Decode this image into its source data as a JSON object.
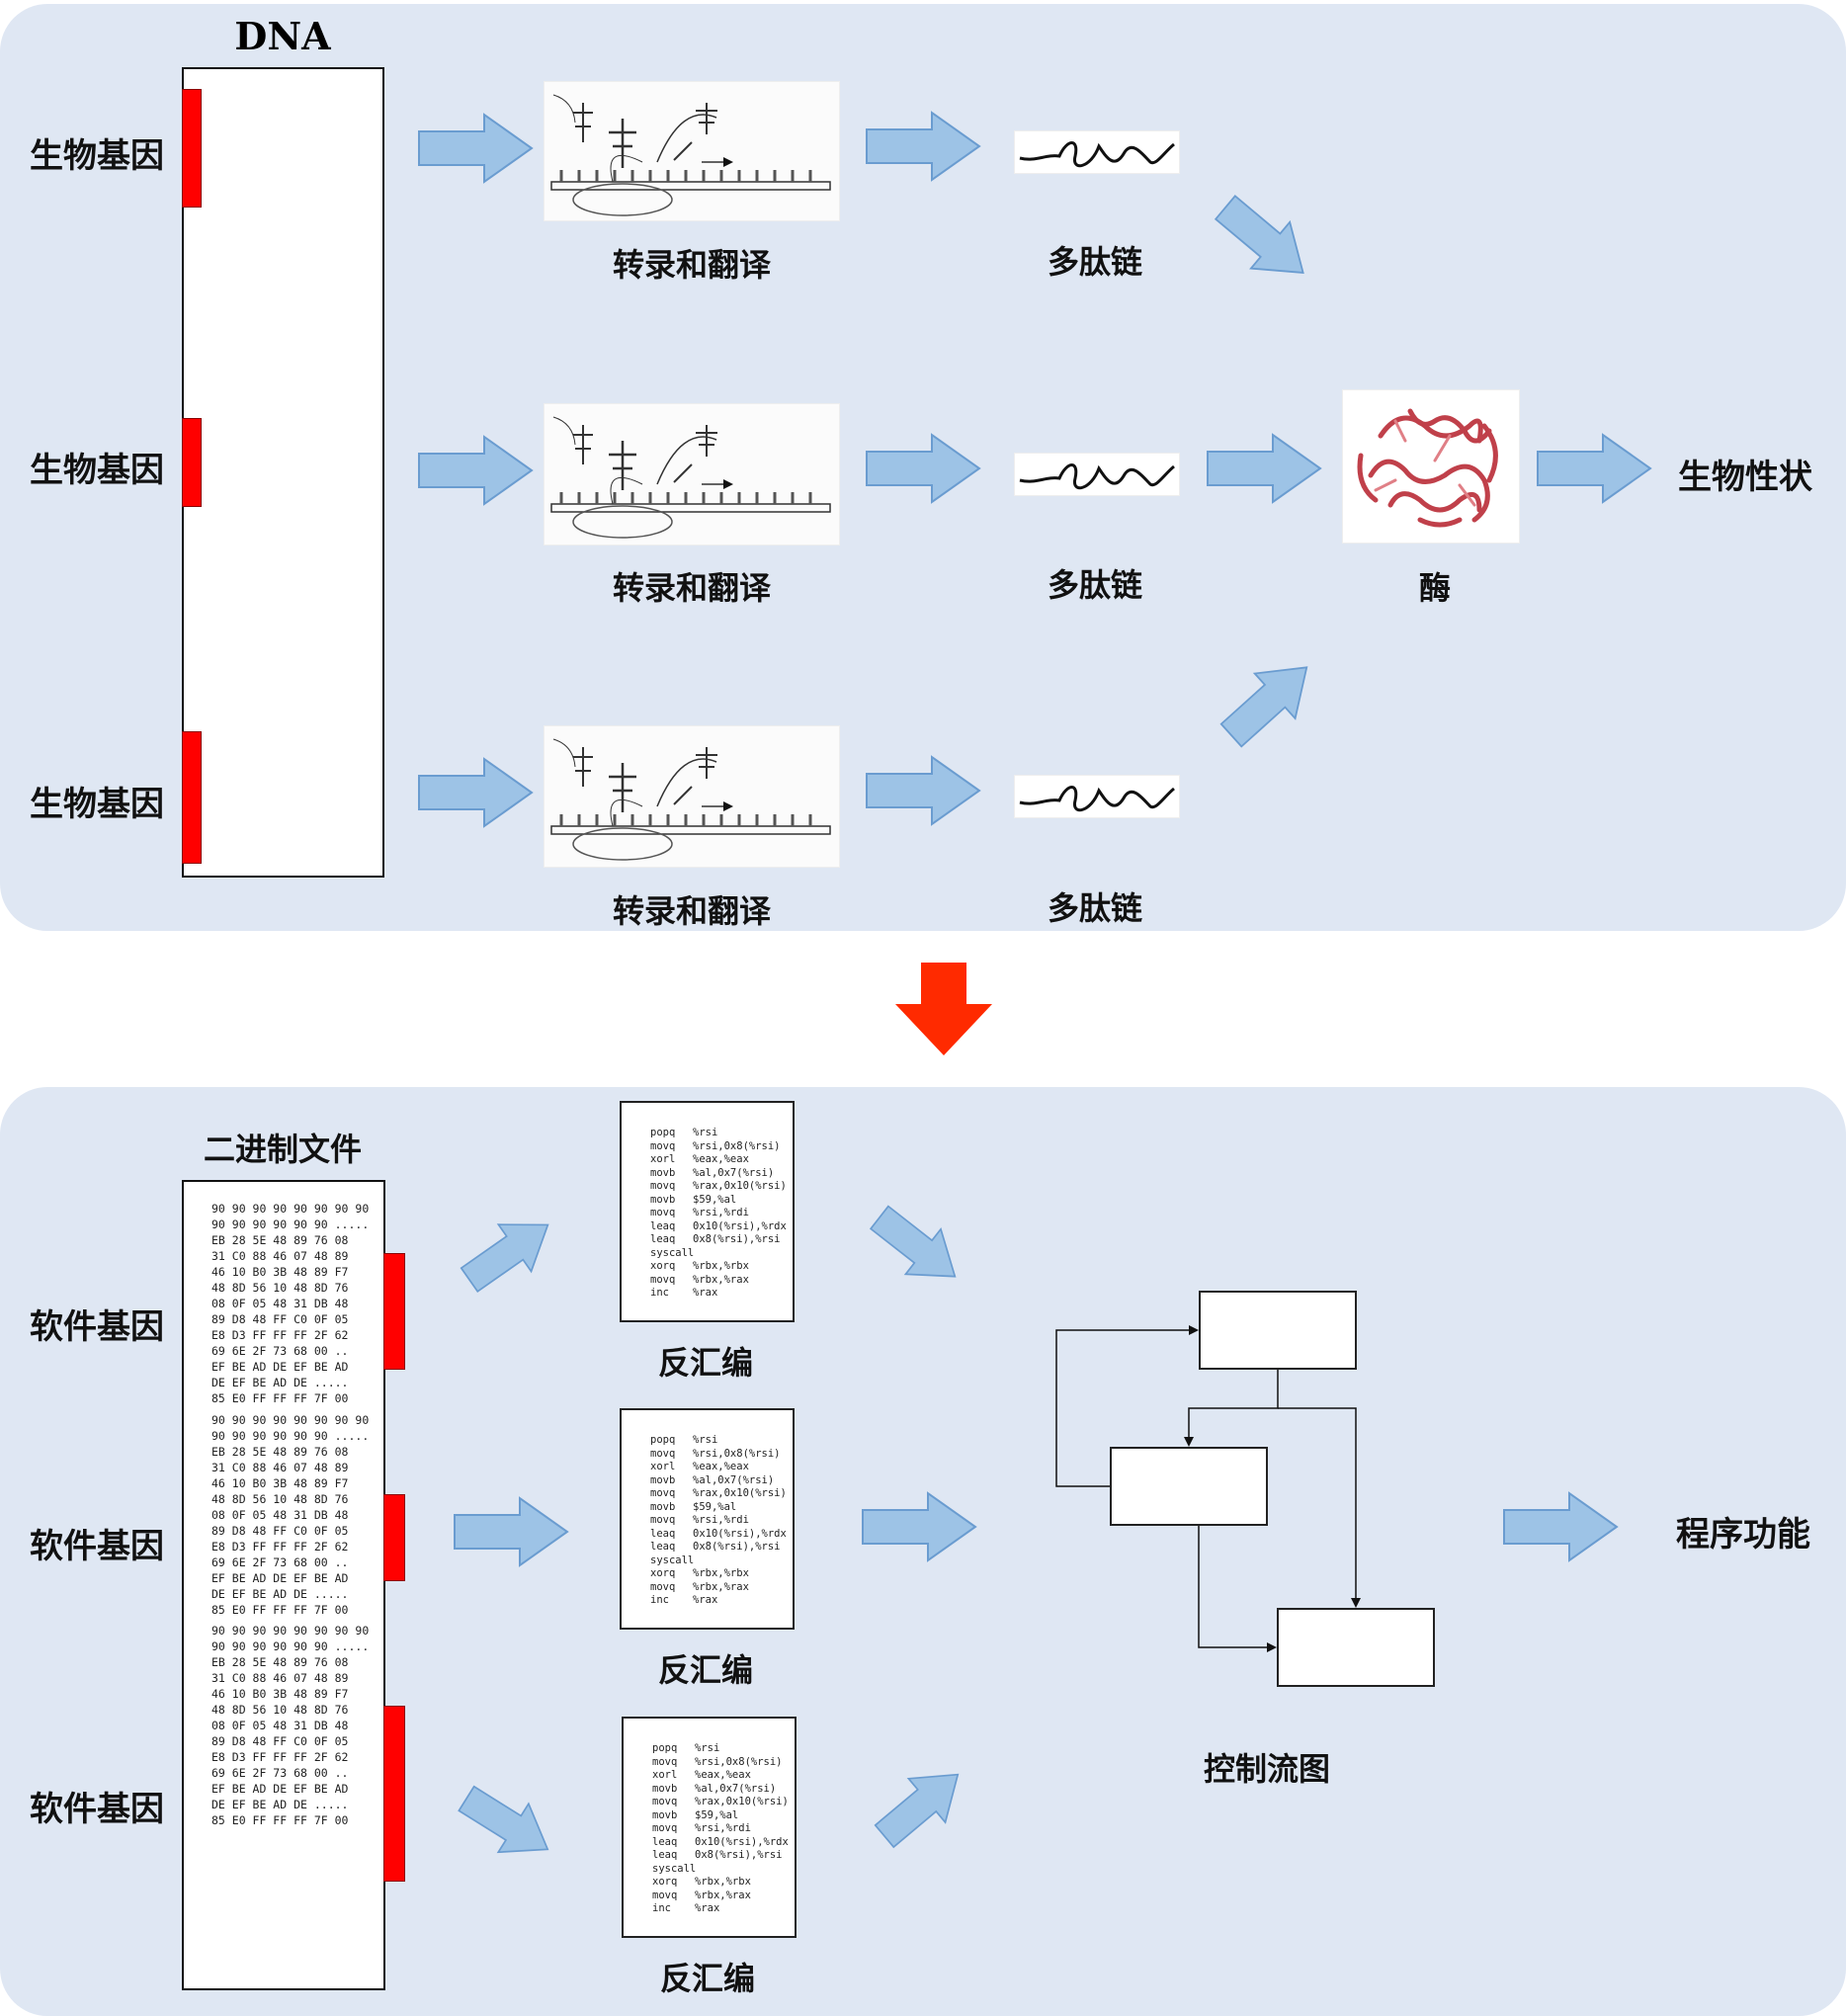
{
  "bio": {
    "dna_title": "DNA",
    "gene_label": "生物基因",
    "process_label": "转录和翻译",
    "polypeptide_label": "多肽链",
    "enzyme_label": "酶",
    "trait_label": "生物性状"
  },
  "software": {
    "file_title": "二进制文件",
    "gene_label": "软件基因",
    "disasm_label": "反汇编",
    "cfg_label": "控制流图",
    "function_label": "程序功能",
    "hex_block": [
      "90 90 90 90 90 90 90 90",
      "90 90 90 90 90 90 .....",
      "EB 28 5E 48 89 76 08",
      "31 C0 88 46 07 48 89",
      "46 10 B0 3B 48 89 F7",
      "48 8D 56 10 48 8D 76",
      "08 0F 05 48 31 DB 48",
      "89 D8 48 FF C0 0F 05",
      "E8 D3 FF FF FF 2F 62",
      "69 6E 2F 73 68 00 ..",
      "EF BE AD DE EF BE AD",
      "DE EF BE AD DE .....",
      "85 E0 FF FF FF 7F 00"
    ],
    "asm_lines": [
      {
        "op": "popq",
        "args": "%rsi"
      },
      {
        "op": "movq",
        "args": "%rsi,0x8(%rsi)"
      },
      {
        "op": "xorl",
        "args": "%eax,%eax"
      },
      {
        "op": "movb",
        "args": "%al,0x7(%rsi)"
      },
      {
        "op": "movq",
        "args": "%rax,0x10(%rsi)"
      },
      {
        "op": "movb",
        "args": "$59,%al"
      },
      {
        "op": "movq",
        "args": "%rsi,%rdi"
      },
      {
        "op": "leaq",
        "args": "0x10(%rsi),%rdx"
      },
      {
        "op": "leaq",
        "args": "0x8(%rsi),%rsi"
      },
      {
        "op": "syscall",
        "args": ""
      },
      {
        "op": "xorq",
        "args": "%rbx,%rbx"
      },
      {
        "op": "movq",
        "args": "%rbx,%rax"
      },
      {
        "op": "inc",
        "args": "%rax"
      }
    ]
  },
  "colors": {
    "panel": "#dfe7f3",
    "arrow_fill": "#9dc3e6",
    "arrow_stroke": "#6a9cd0",
    "gene_bar": "#ff0000",
    "transition_arrow": "#ff2a00"
  }
}
